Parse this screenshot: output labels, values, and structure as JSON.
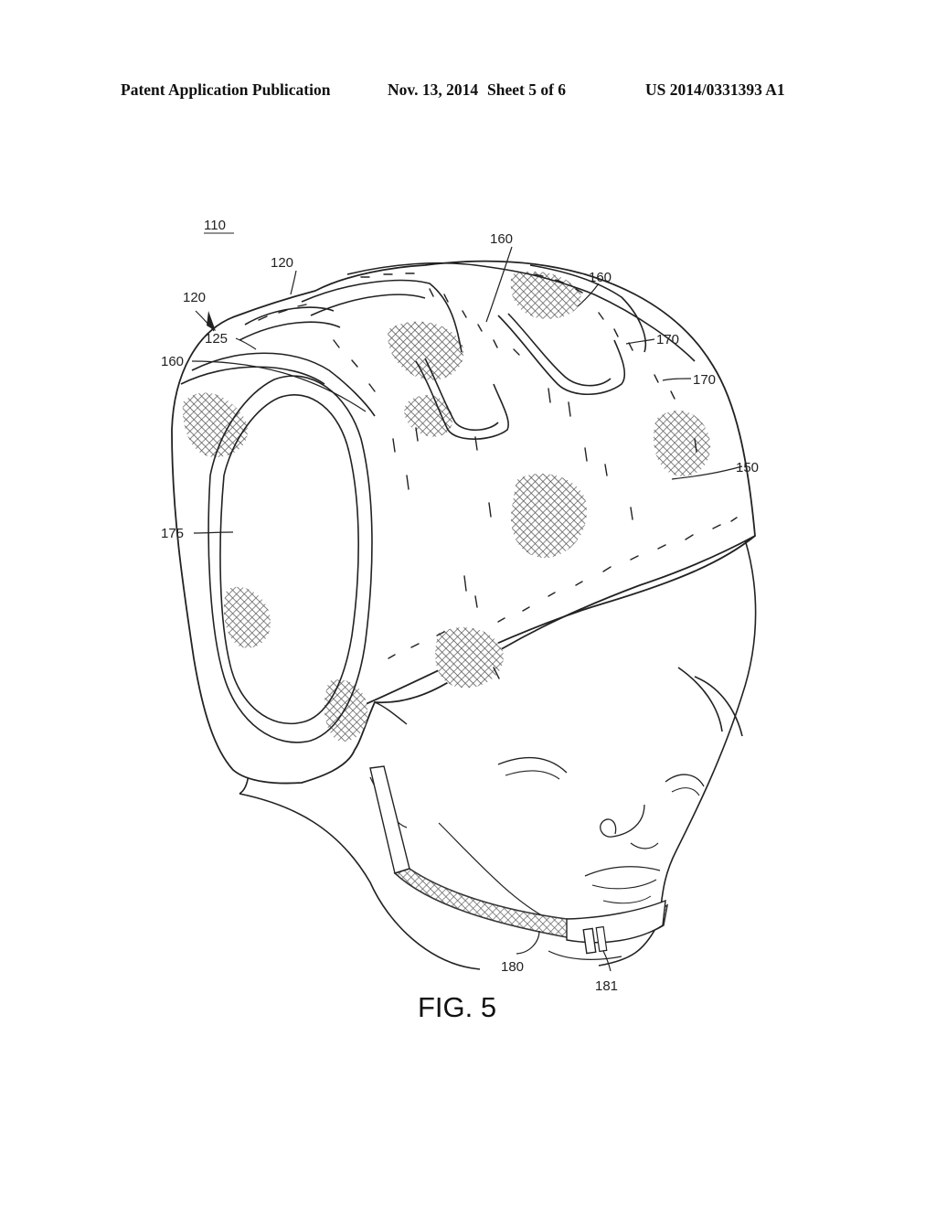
{
  "header": {
    "publication": "Patent Application Publication",
    "date": "Nov. 13, 2014",
    "sheet": "Sheet 5 of 6",
    "number": "US 2014/0331393 A1"
  },
  "figure": {
    "caption": "FIG. 5",
    "ref_main": "110",
    "labels": {
      "l120a": "120",
      "l120b": "120",
      "l125": "125",
      "l160a": "160",
      "l160b": "160",
      "l160c": "160",
      "l170a": "170",
      "l170b": "170",
      "l150": "150",
      "l175": "175",
      "l180": "180",
      "l181": "181"
    }
  },
  "colors": {
    "ink": "#222222",
    "mesh": "#777777",
    "paper": "#ffffff"
  }
}
